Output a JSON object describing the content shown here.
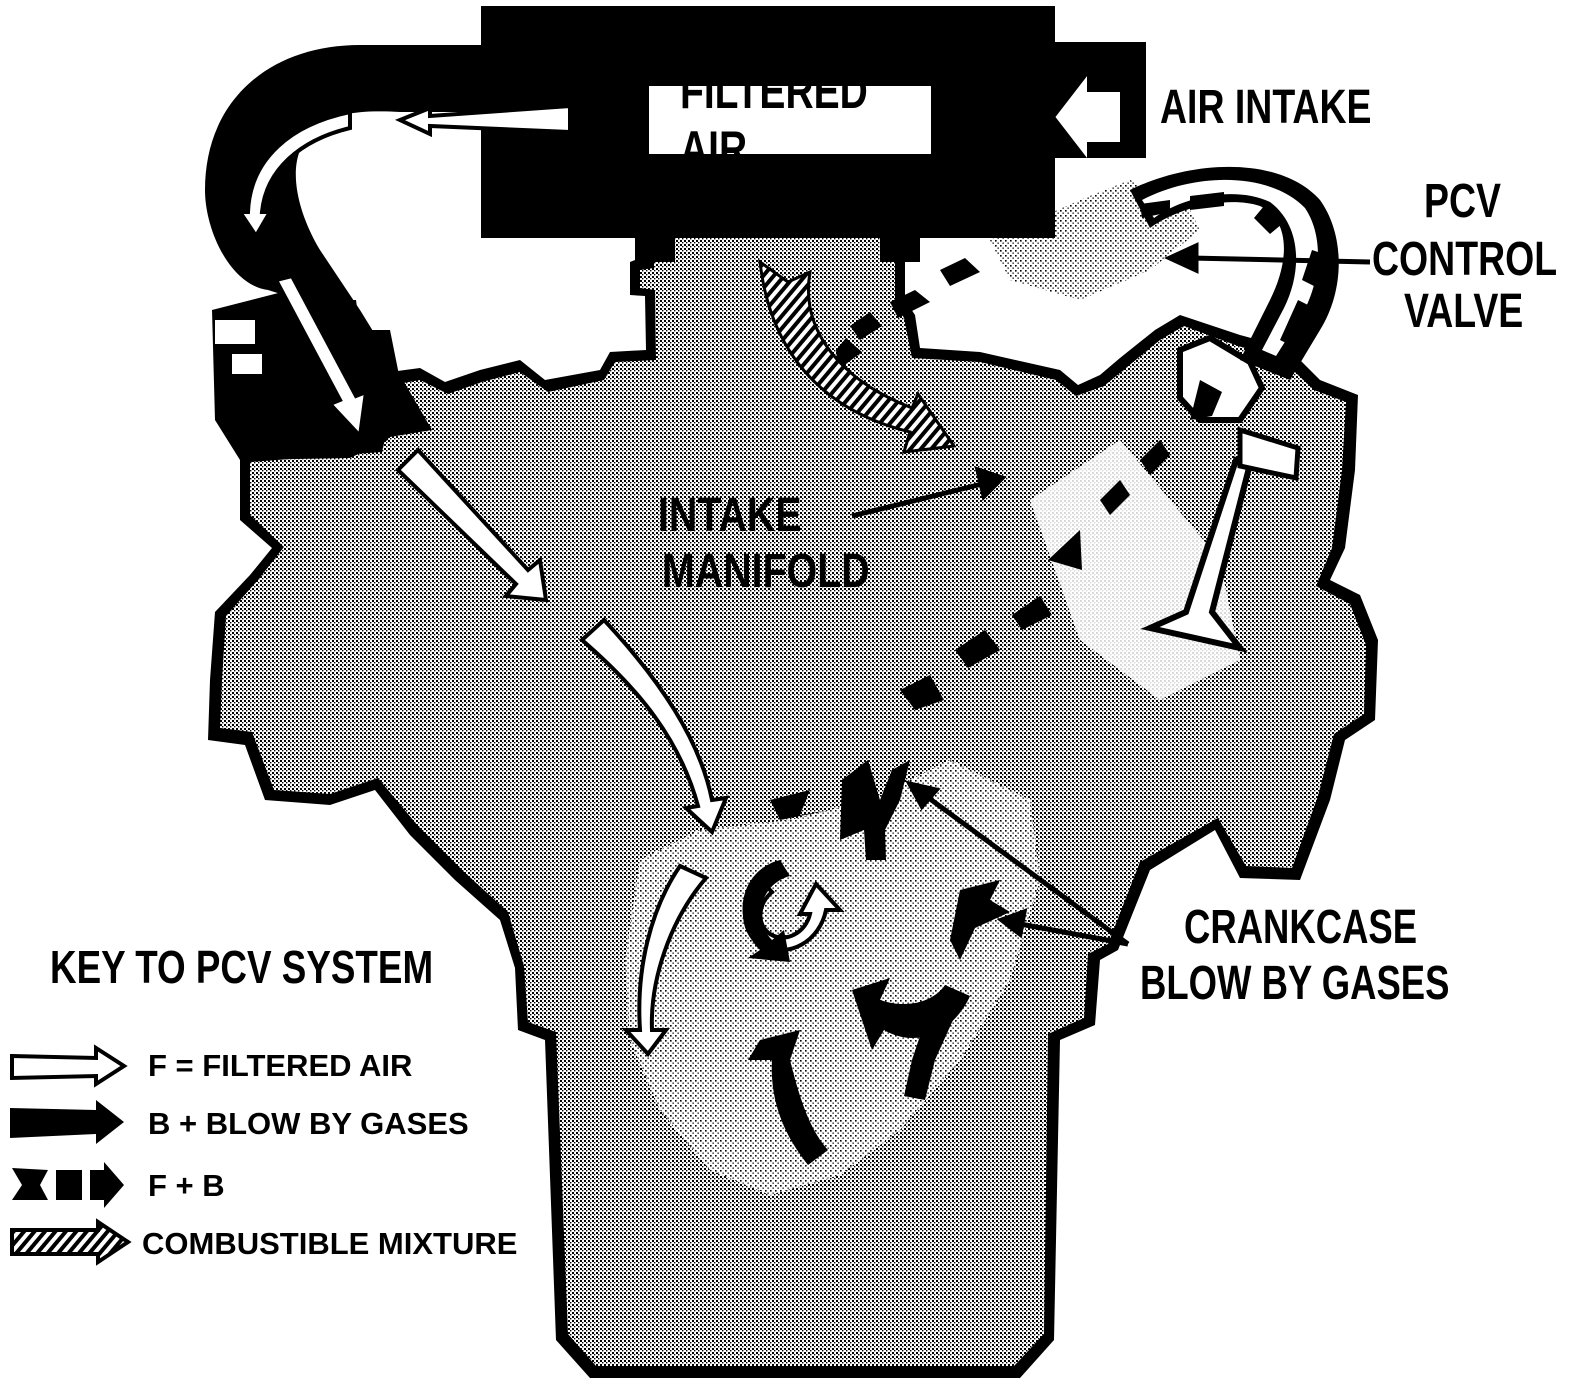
{
  "labels": {
    "filtered_air": "FILTERED AIR",
    "air_intake": "AIR INTAKE",
    "pcv_control_valve": [
      "PCV",
      "CONTROL",
      "VALVE"
    ],
    "intake_manifold": [
      "INTAKE",
      "MANIFOLD"
    ],
    "crankcase_blow_by": [
      "CRANKCASE",
      "BLOW BY GASES"
    ]
  },
  "key": {
    "title": "KEY TO PCV SYSTEM",
    "items": [
      {
        "symbol": "hollow-arrow-icon",
        "text": "F = FILTERED AIR"
      },
      {
        "symbol": "solid-arrow-icon",
        "text": "B + BLOW BY GASES"
      },
      {
        "symbol": "dashed-arrow-icon",
        "text": "F + B"
      },
      {
        "symbol": "hatched-arrow-icon",
        "text": "COMBUSTIBLE MIXTURE"
      }
    ]
  },
  "colors": {
    "ink": "#000000",
    "paper": "#ffffff",
    "stipple": "#9a9a9a"
  }
}
